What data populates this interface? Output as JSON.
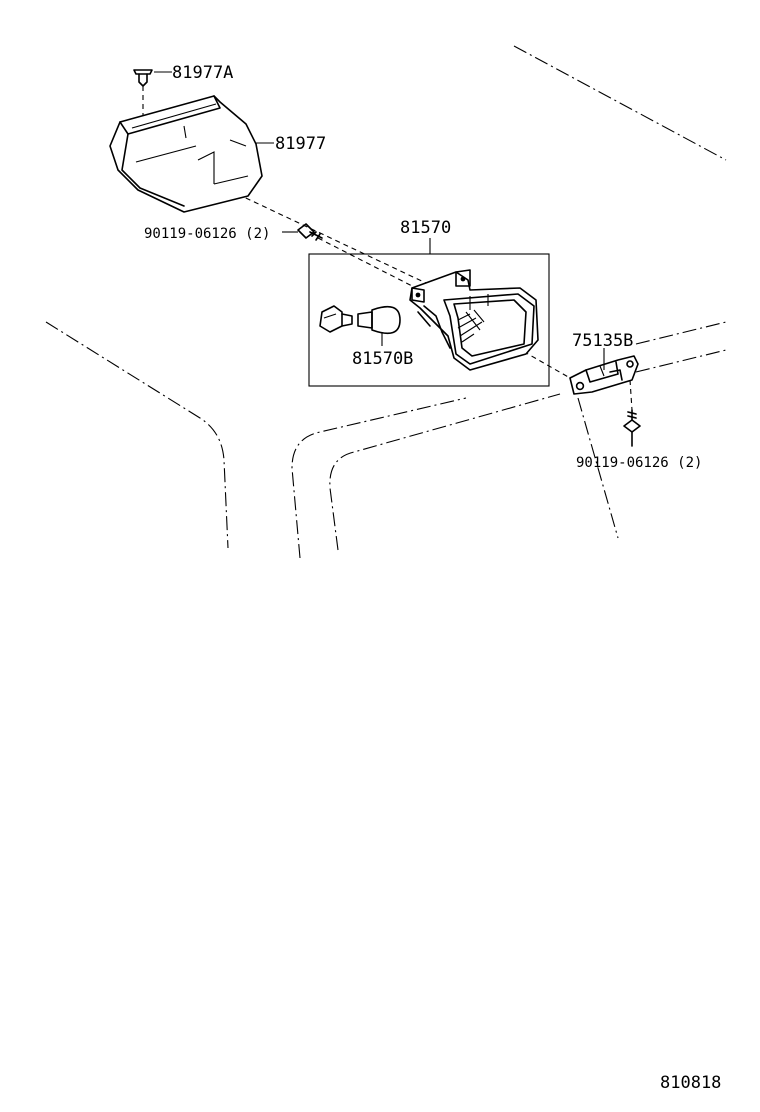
{
  "labels": {
    "clip_81977A": "81977A",
    "cover_81977": "81977",
    "screw_top": "90119-06126 (2)",
    "lamp_81570": "81570",
    "bulb_81570B": "81570B",
    "bracket_75135B": "75135B",
    "screw_bottom": "90119-06126 (2)",
    "figure_number": "810818"
  },
  "icons": {
    "clip": "push-clip-icon",
    "screw": "screw-icon",
    "bulb": "bulb-icon",
    "socket": "socket-icon"
  }
}
